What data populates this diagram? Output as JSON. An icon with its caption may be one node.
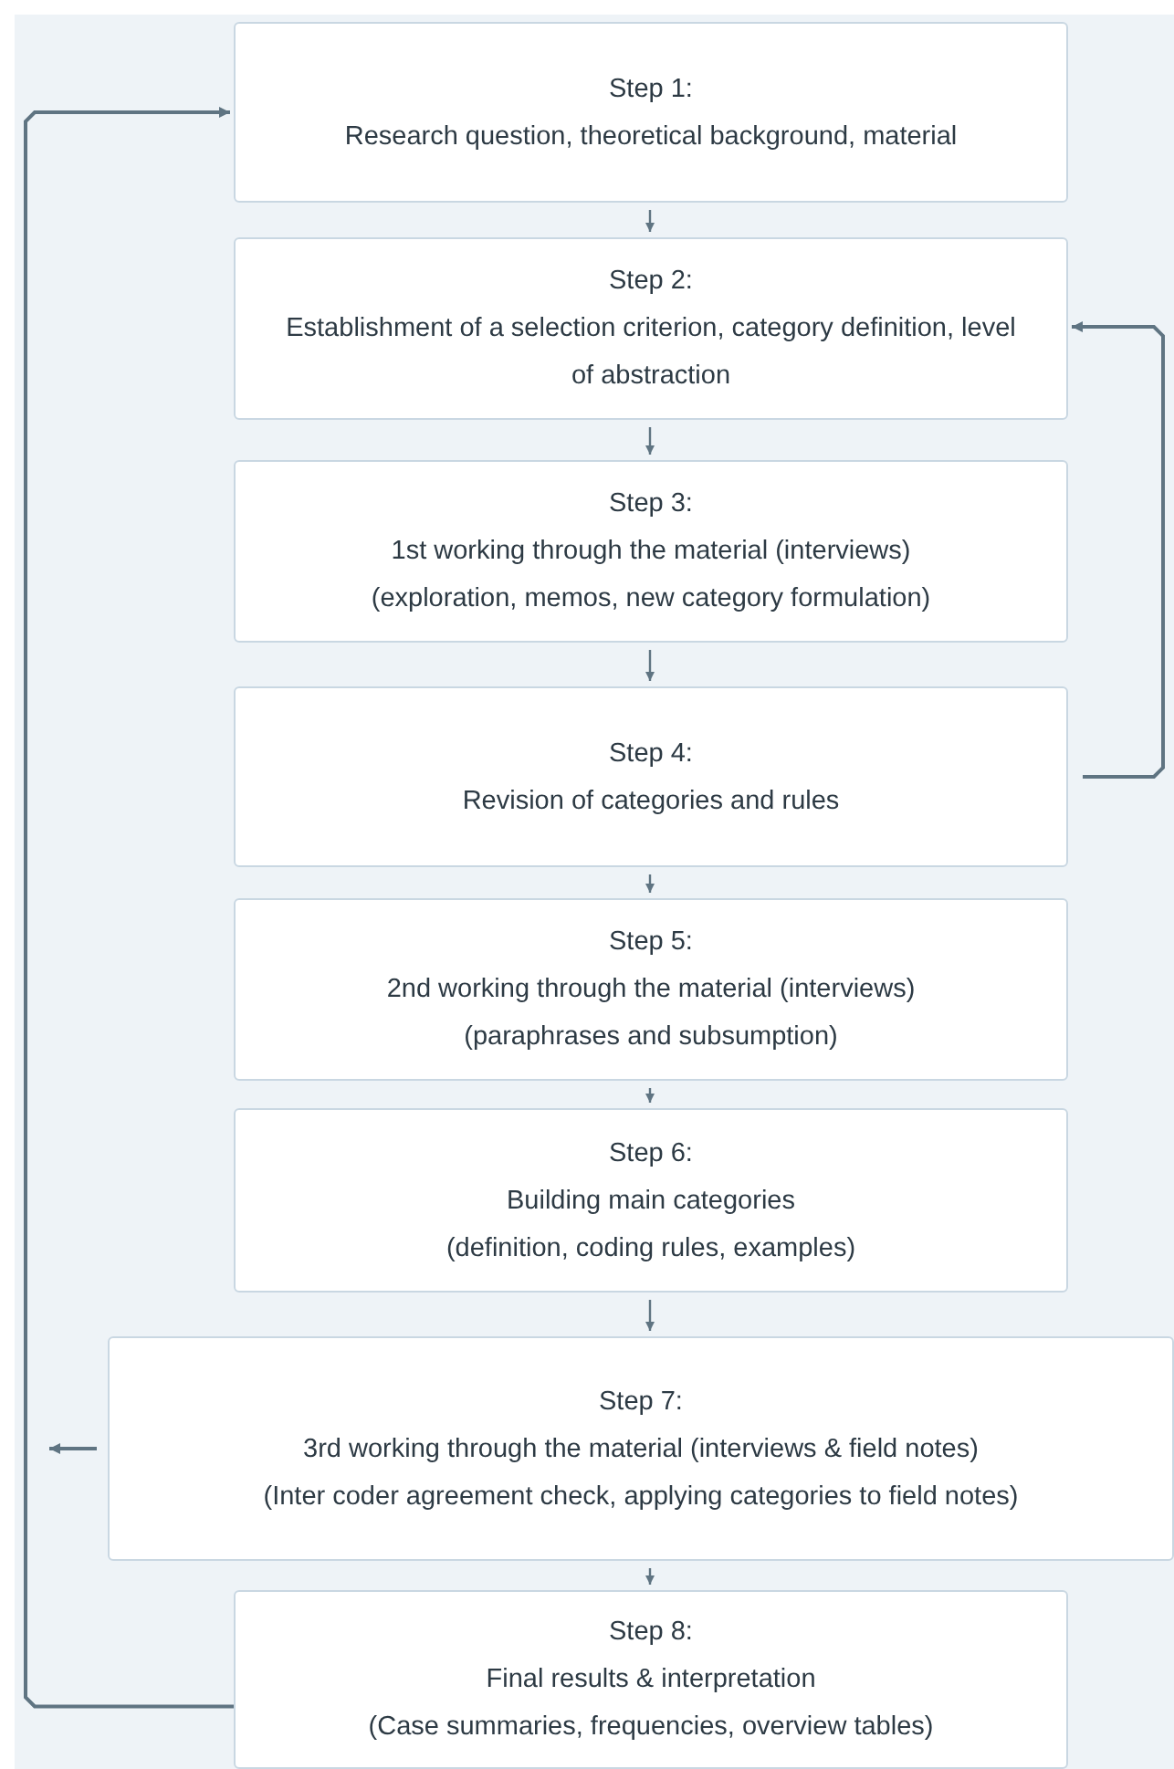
{
  "diagram": {
    "nodes": [
      {
        "text": [
          "Step 1:",
          "Research question, theoretical background, material"
        ]
      },
      {
        "text": [
          "Step 2:",
          "Establishment of a selection criterion, category definition, level of abstraction"
        ]
      },
      {
        "text": [
          "Step 3:",
          "1st working through the material (interviews)",
          "(exploration, memos, new category formulation)"
        ]
      },
      {
        "text": [
          "Step 4:",
          "Revision of categories and rules"
        ]
      },
      {
        "text": [
          "Step 5:",
          "2nd working through the material (interviews)",
          "(paraphrases and subsumption)"
        ]
      },
      {
        "text": [
          "Step 6:",
          "Building main categories",
          "(definition, coding rules, examples)"
        ]
      },
      {
        "text": [
          "Step 7:",
          "3rd working through the material (interviews & field notes)",
          "(Inter coder agreement check, applying categories to field notes)"
        ]
      },
      {
        "text": [
          "Step 8:",
          "Final results & interpretation",
          "(Case summaries, frequencies, overview tables)"
        ]
      }
    ],
    "edges": [
      {
        "from": 0,
        "to": 1,
        "arrow": "to"
      },
      {
        "from": 1,
        "to": 2,
        "arrow": "to"
      },
      {
        "from": 2,
        "to": 3,
        "arrow": "to"
      },
      {
        "from": 3,
        "to": 4,
        "arrow": "to"
      },
      {
        "from": 4,
        "to": 5,
        "arrow": "to"
      },
      {
        "from": 5,
        "to": 6,
        "arrow": "to"
      },
      {
        "from": 6,
        "to": 7,
        "arrow": "to"
      },
      {
        "from": 3,
        "to": 1,
        "arrow": "to"
      },
      {
        "from": 7,
        "to": 0,
        "arrow": "to"
      },
      {
        "from": 6,
        "to": null,
        "arrow": "to"
      }
    ]
  }
}
